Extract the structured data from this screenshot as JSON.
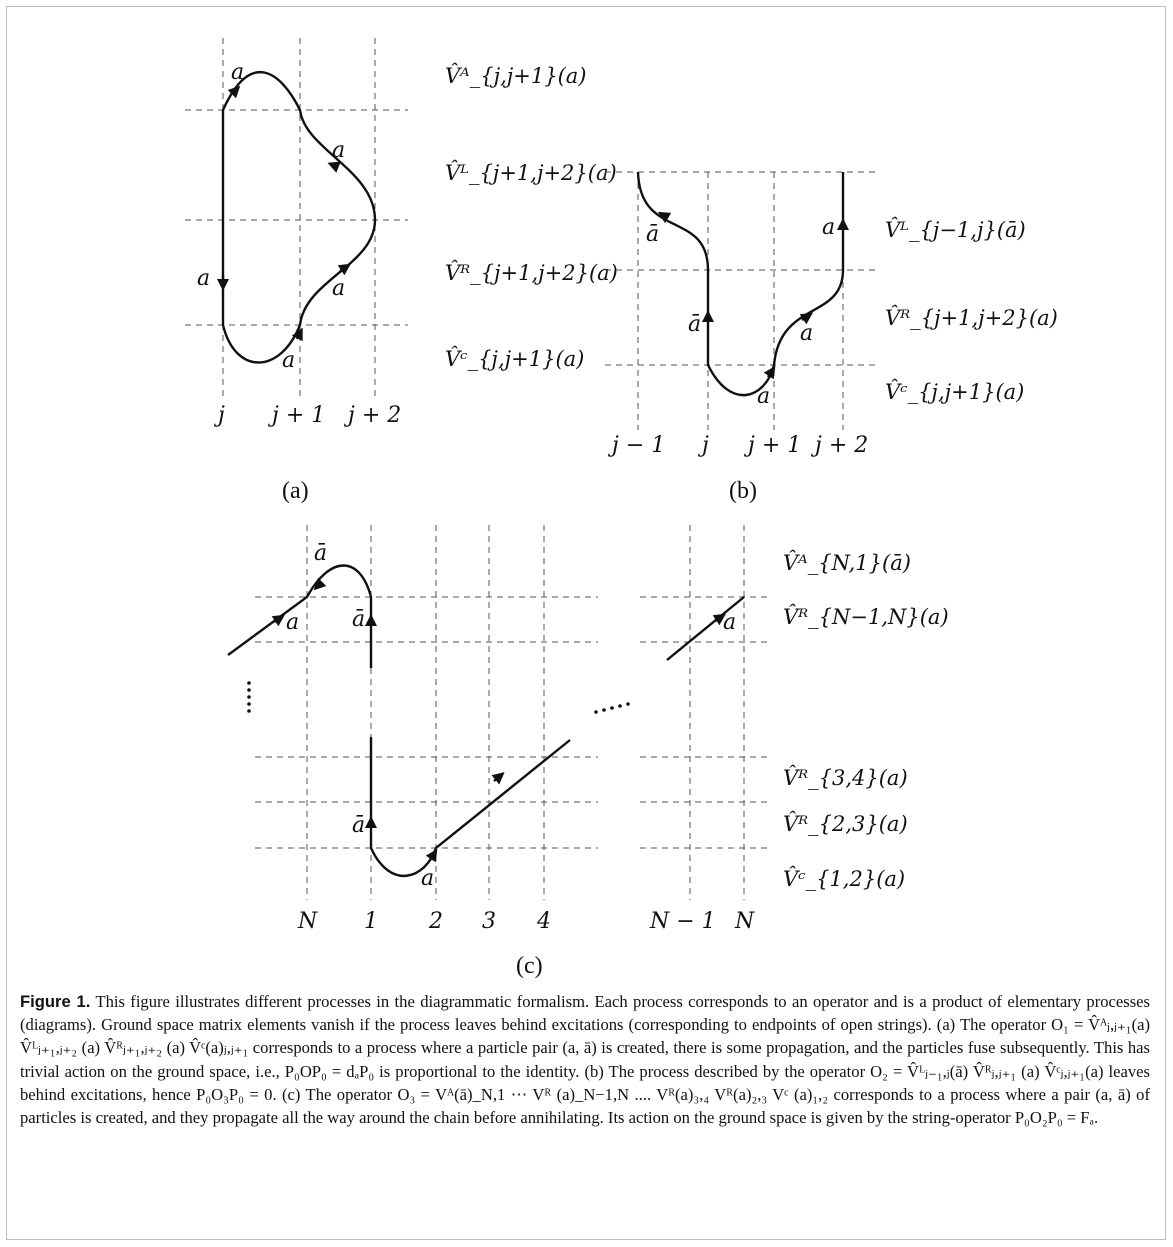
{
  "panel_a": {
    "col_labels": [
      "j",
      "j + 1",
      "j + 2"
    ],
    "sub_label": "(a)",
    "edge_labels": [
      "a",
      "a",
      "a",
      "a",
      "a"
    ],
    "ops": [
      "V̂ᴬ_{j,j+1}(a)",
      "V̂ᴸ_{j+1,j+2}(a)",
      "V̂ᴿ_{j+1,j+2}(a)",
      "V̂ᶜ_{j,j+1}(a)"
    ]
  },
  "panel_b": {
    "col_labels": [
      "j − 1",
      "j",
      "j + 1",
      "j + 2"
    ],
    "sub_label": "(b)",
    "edge_labels": [
      "ā",
      "a",
      "ā",
      "a",
      "a"
    ],
    "ops": [
      "V̂ᴸ_{j−1,j}(ā)",
      "V̂ᴿ_{j+1,j+2}(a)",
      "V̂ᶜ_{j,j+1}(a)"
    ]
  },
  "panel_c": {
    "col_labels": [
      "N",
      "1",
      "2",
      "3",
      "4",
      "N − 1",
      "N"
    ],
    "sub_label": "(c)",
    "edge_labels": [
      "ā",
      "a",
      "ā",
      "a",
      "ā",
      "a"
    ],
    "ops": [
      "V̂ᴬ_{N,1}(ā)",
      "V̂ᴿ_{N−1,N}(a)",
      "V̂ᴿ_{3,4}(a)",
      "V̂ᴿ_{2,3}(a)",
      "V̂ᶜ_{1,2}(a)"
    ]
  },
  "caption": {
    "figure_label": "Figure 1.",
    "text": "This figure illustrates different processes in the diagrammatic formalism. Each process corresponds to an operator and is a product of elementary processes (diagrams). Ground space matrix elements vanish if the process leaves behind excitations (corresponding to endpoints of open strings). (a) The operator O₁ = V̂ᴬⱼ,ⱼ₊₁(a) V̂ᴸⱼ₊₁,ⱼ₊₂ (a) V̂ᴿⱼ₊₁,ⱼ₊₂ (a) V̂ᶜ(a)ⱼ,ⱼ₊₁ corresponds to a process where a particle pair (a, ā) is created, there is some propagation, and the particles fuse subsequently. This has trivial action on the ground space, i.e., P₀OP₀ = dₐP₀ is proportional to the identity. (b) The process described by the operator O₂ = V̂ᴸⱼ₋₁,ⱼ(ā) V̂ᴿⱼ,ⱼ₊₁ (a) V̂ᶜⱼ,ⱼ₊₁(a) leaves behind excitations, hence P₀O₃P₀ = 0. (c) The operator O₃ = Vᴬ(ā)_N,1 ⋯ Vᴿ (a)_N−1,N .... Vᴿ(a)₃,₄ Vᴿ(a)₂,₃ Vᶜ (a)₁,₂ corresponds to a process where a pair (a, ā) of particles is created, and they propagate all the way around the chain before annihilating. Its action on the ground space is given by the string-operator P₀O₂P₀ = Fₐ."
  }
}
